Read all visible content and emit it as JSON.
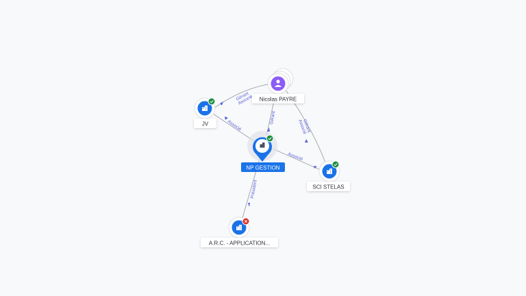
{
  "nodes": {
    "nicolas": {
      "label": "Nicolas PAYRE",
      "type": "person",
      "icon": "person-icon"
    },
    "jv": {
      "label": "JV",
      "type": "company",
      "icon": "building-icon",
      "status": "active"
    },
    "np": {
      "label": "NP GESTION",
      "type": "company",
      "icon": "building-icon",
      "status": "active",
      "focused": true
    },
    "sci": {
      "label": "SCI STELAS",
      "type": "company",
      "icon": "building-icon",
      "status": "active"
    },
    "arc": {
      "label": "A.R.C. - APPLICATION...",
      "type": "company",
      "icon": "building-icon",
      "status": "closed"
    }
  },
  "edges": {
    "nicolas_jv": {
      "label1": "Gérant",
      "label2": "Associé"
    },
    "nicolas_np": {
      "label1": "Gérant"
    },
    "nicolas_sci": {
      "label1": "Gérant",
      "label2": "Associé"
    },
    "np_jv": {
      "label1": "Associé"
    },
    "np_sci": {
      "label1": "Associé"
    },
    "np_arc": {
      "label1": "Président"
    }
  },
  "colors": {
    "company_blue": "#1a73e8",
    "person_purple": "#8b5cf6",
    "status_active": "#1e8e3e",
    "status_closed": "#d93025",
    "edge_label": "#5b64d8"
  }
}
